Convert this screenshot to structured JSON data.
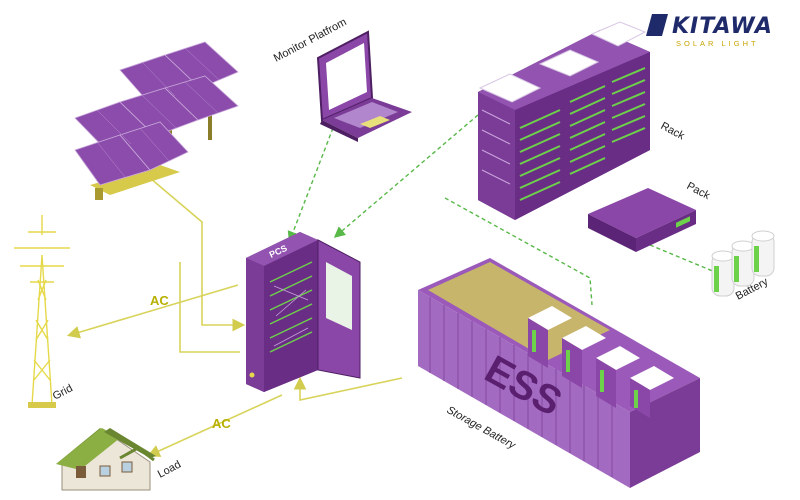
{
  "logo": {
    "brand": "KITAWA",
    "tagline": "SOLAR LIGHT"
  },
  "labels": {
    "monitor": "Monitor Platfrom",
    "rack": "Rack",
    "pack": "Pack",
    "battery": "Battery",
    "pcs": "PCS",
    "ess": "ESS",
    "storage": "Storage Battery",
    "grid": "Grid",
    "load": "Load",
    "ac_grid": "AC",
    "ac_load": "AC"
  },
  "colors": {
    "purple": "#7b3c97",
    "purple_dark": "#4e1f63",
    "purple_light": "#a46bc0",
    "green": "#69c43a",
    "green_flow": "#58b848",
    "yellow_flow": "#d8d35a",
    "tower": "#e5d94a"
  }
}
